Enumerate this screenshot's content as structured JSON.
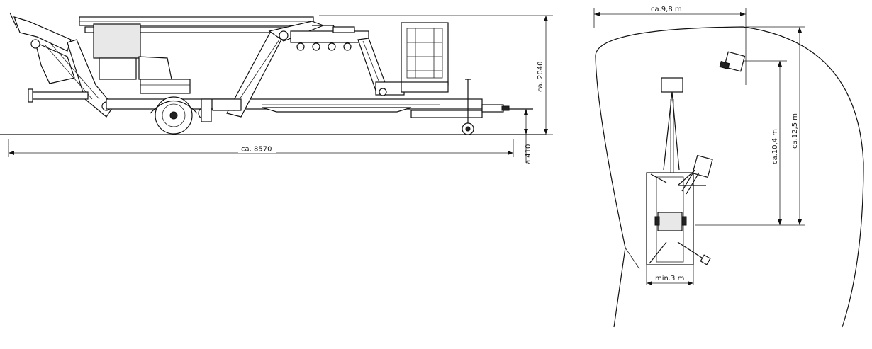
{
  "drawing": {
    "side_view": {
      "dim_length": "ca. 8570",
      "dim_height": "ca. 2040",
      "dim_ground": "a.410"
    },
    "top_view": {
      "dim_width": "ca.9,8  m",
      "dim_reach_10": "ca.10,4  m",
      "dim_reach_12": "ca.12,5  m",
      "dim_min": "min.3  m"
    },
    "colors": {
      "line": "#111111",
      "background": "#ffffff"
    }
  }
}
